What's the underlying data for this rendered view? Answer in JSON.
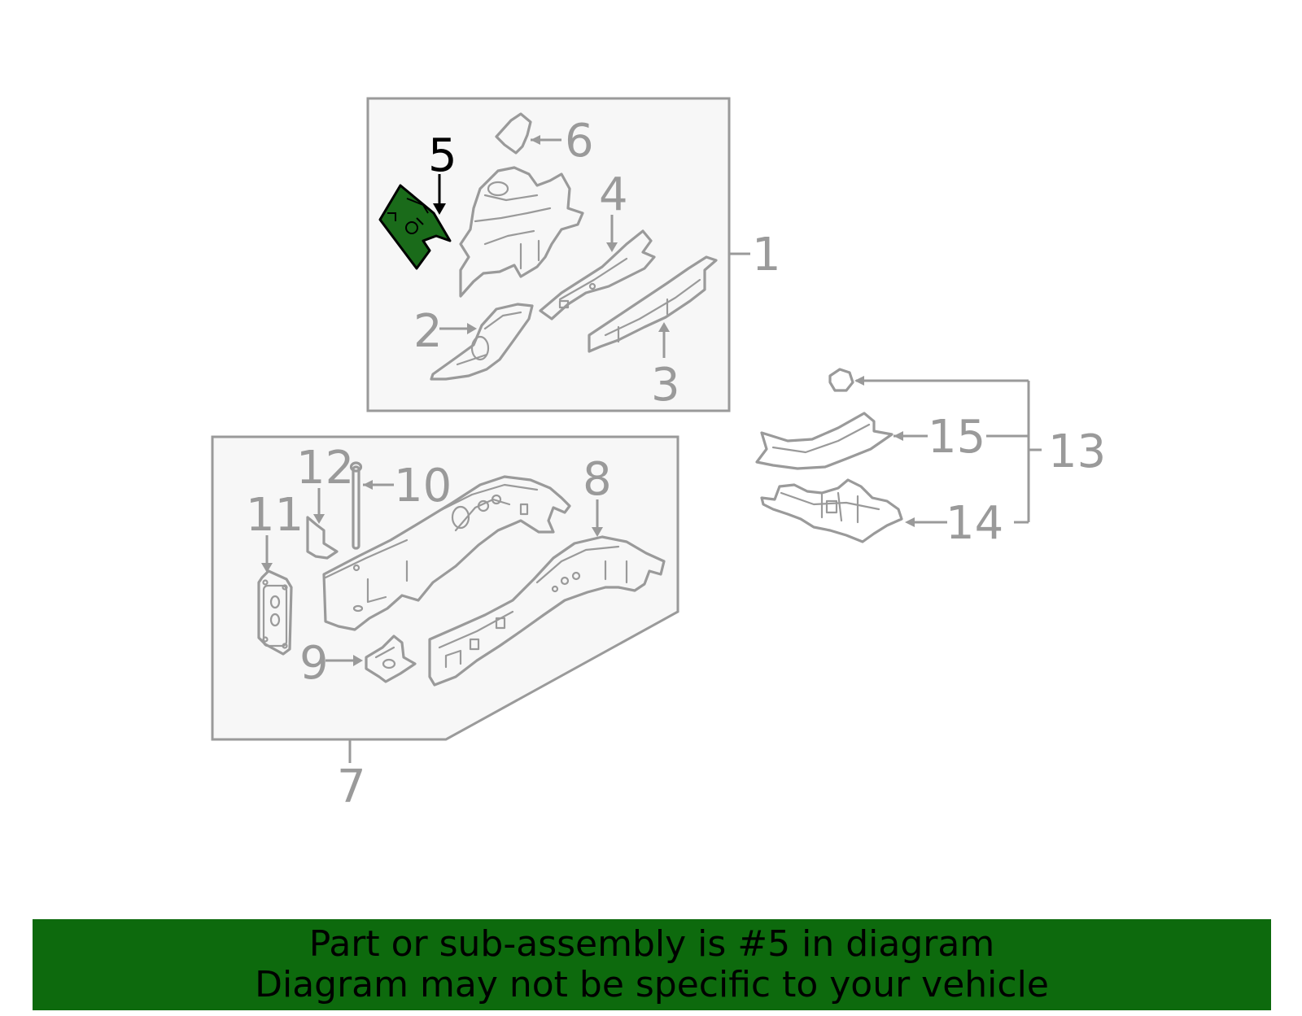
{
  "callouts": {
    "c1": "1",
    "c2": "2",
    "c3": "3",
    "c4": "4",
    "c5": "5",
    "c6": "6",
    "c7": "7",
    "c8": "8",
    "c9": "9",
    "c10": "10",
    "c11": "11",
    "c12": "12",
    "c13": "13",
    "c14": "14",
    "c15": "15"
  },
  "highlight_part": "5",
  "colors": {
    "highlight": "#1a6b1a",
    "banner": "#0d6a0d",
    "line": "#9a9a9a"
  },
  "banner": {
    "line1": "Part or sub-assembly is #5 in diagram",
    "line2": "Diagram may not be specific to your vehicle"
  }
}
